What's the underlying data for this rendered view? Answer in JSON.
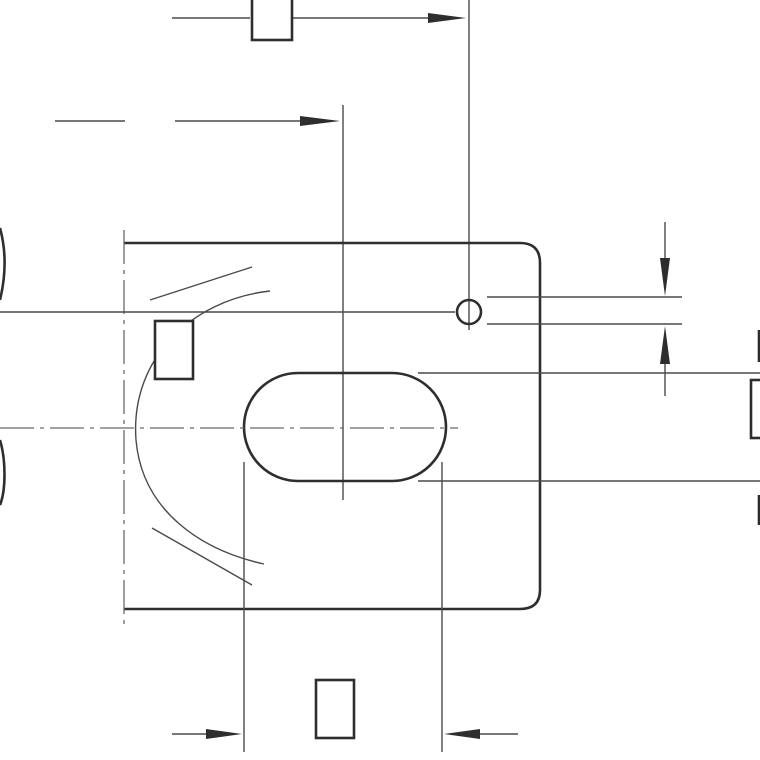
{
  "drawing": {
    "kind": "engineering-dimension-drawing",
    "line_color": "#2e2e2e",
    "background": "#ffffff",
    "dimension_placeholders": [
      {
        "name": "top-dimension-box"
      },
      {
        "name": "bottom-dimension-box"
      },
      {
        "name": "left-hole-dimension-box"
      },
      {
        "name": "right-slot-dimension-box"
      }
    ]
  }
}
